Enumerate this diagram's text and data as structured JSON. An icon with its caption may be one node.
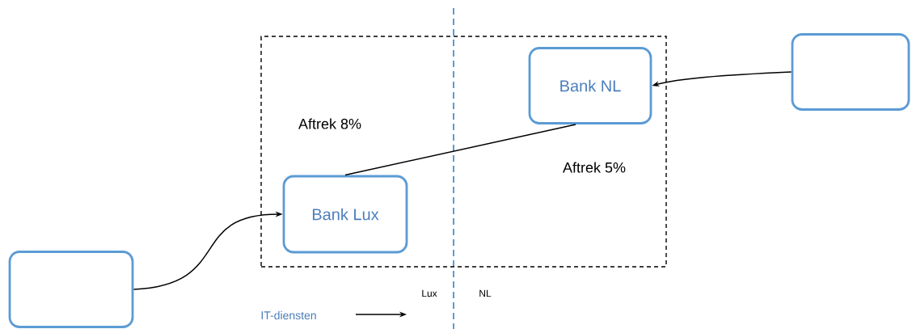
{
  "diagram": {
    "nodes": [
      {
        "text": [],
        "shape": "box"
      },
      {
        "text": [
          "Bank NL"
        ],
        "in": 0
      },
      {
        "text": [
          "Bank Lux"
        ],
        "in": 0
      },
      {
        "text": [],
        "shape": "box"
      },
      {
        "text": [],
        "shape": "box"
      }
    ],
    "edges": [
      {
        "from": 3,
        "to": 1,
        "arrow": "to"
      },
      {
        "from": 4,
        "to": 2,
        "arrow": "to"
      },
      {
        "from": 2,
        "to": 1,
        "arrow": "none"
      }
    ],
    "labels": [
      "Aftrek 8%",
      "Aftrek 5%",
      "Lux",
      "NL"
    ],
    "legend": [
      {
        "text": "IT-diensten"
      }
    ]
  }
}
